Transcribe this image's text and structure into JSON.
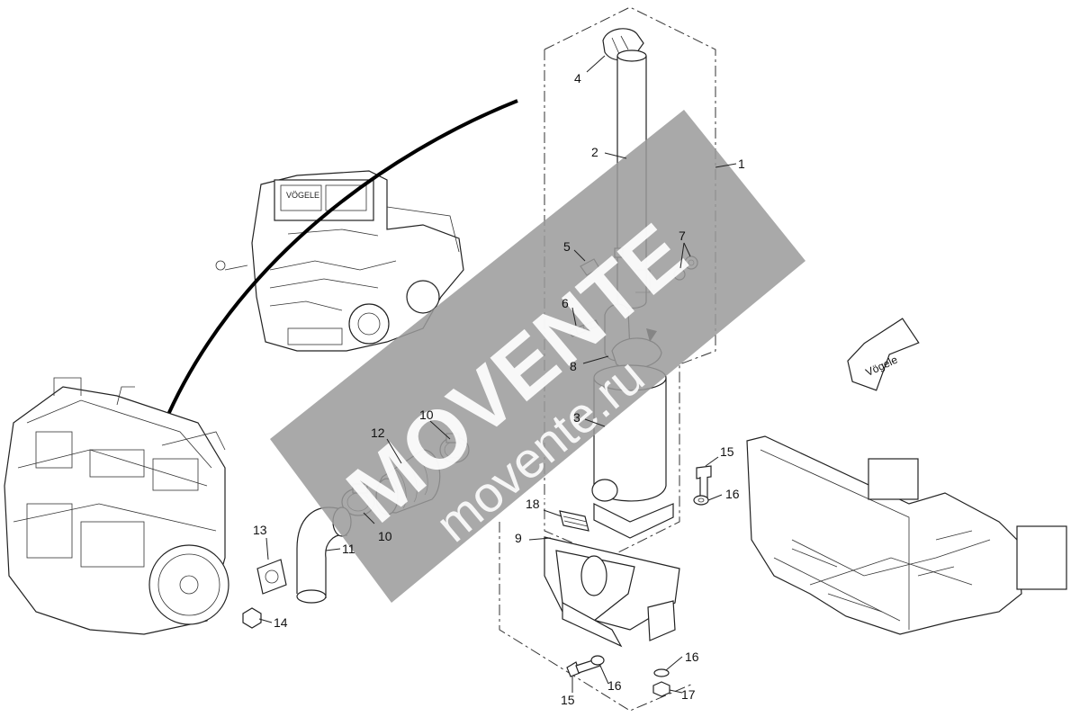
{
  "callouts": [
    {
      "id": "c1",
      "text": "1"
    },
    {
      "id": "c2",
      "text": "2"
    },
    {
      "id": "c3",
      "text": "3"
    },
    {
      "id": "c4",
      "text": "4"
    },
    {
      "id": "c5",
      "text": "5"
    },
    {
      "id": "c6",
      "text": "6"
    },
    {
      "id": "c7",
      "text": "7"
    },
    {
      "id": "c8",
      "text": "8"
    },
    {
      "id": "c9",
      "text": "9"
    },
    {
      "id": "c10a",
      "text": "10"
    },
    {
      "id": "c10b",
      "text": "10"
    },
    {
      "id": "c11",
      "text": "11"
    },
    {
      "id": "c12",
      "text": "12"
    },
    {
      "id": "c13",
      "text": "13"
    },
    {
      "id": "c14",
      "text": "14"
    },
    {
      "id": "c15a",
      "text": "15"
    },
    {
      "id": "c15b",
      "text": "15"
    },
    {
      "id": "c16a",
      "text": "16"
    },
    {
      "id": "c16b",
      "text": "16"
    },
    {
      "id": "c16c",
      "text": "16"
    },
    {
      "id": "c17",
      "text": "17"
    },
    {
      "id": "c18",
      "text": "18"
    }
  ],
  "direction_arrow": {
    "text": "Vögele"
  },
  "machine_badge": {
    "text": "VÖGELE"
  },
  "watermark": {
    "brand": "MOVENTE",
    "site": "movente.ru",
    "color": "#9a9a9a"
  }
}
